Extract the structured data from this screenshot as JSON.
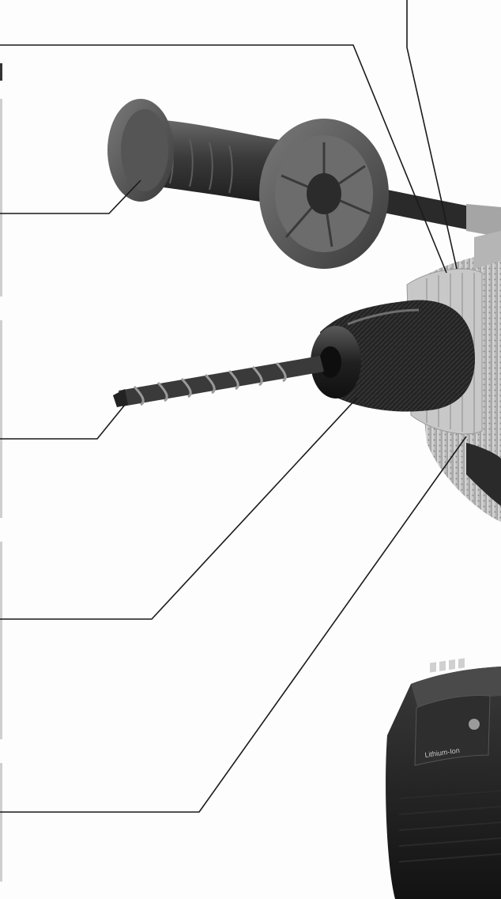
{
  "figure": {
    "colors": {
      "background": "#fdfdfd",
      "leader_line": "#1a1a1a",
      "dark_plastic": "#2b2b2b",
      "mid_grey": "#6f6f6f",
      "light_housing": "#c9c9c9"
    },
    "parts": [
      "side-handle",
      "drill-bit",
      "keyless-chuck",
      "torque-collar",
      "motor-housing",
      "battery-pack"
    ],
    "battery_label_text": "Lithium-Ion"
  }
}
